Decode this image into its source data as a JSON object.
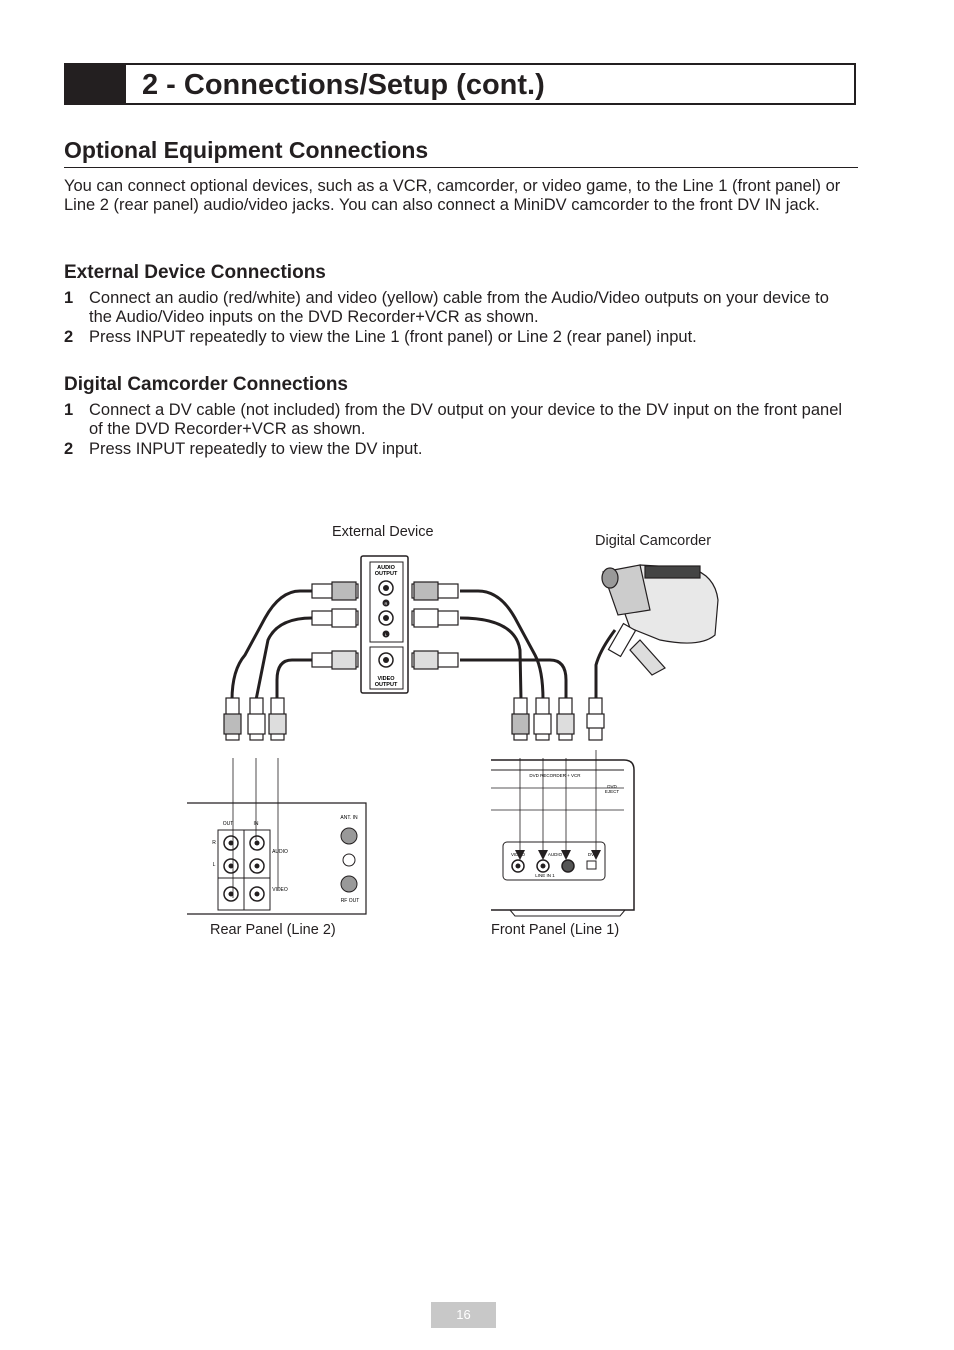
{
  "header": {
    "title": "2 - Connections/Setup (cont.)"
  },
  "section": {
    "title": "Optional Equipment Connections",
    "intro": "You can connect optional devices, such as a VCR, camcorder, or video game, to the Line 1 (front panel) or Line 2 (rear panel) audio/video jacks. You can also connect a MiniDV camcorder to the front DV IN jack."
  },
  "external": {
    "title": "External Device Connections",
    "steps": [
      {
        "num": "1",
        "text": "Connect an audio (red/white) and video (yellow) cable from the Audio/Video outputs on your device to the Audio/Video inputs on the DVD Recorder+VCR as shown."
      },
      {
        "num": "2",
        "text": "Press INPUT repeatedly to view the Line 1 (front panel) or Line 2 (rear panel) input."
      }
    ]
  },
  "camcorder": {
    "title": "Digital Camcorder Connections",
    "steps": [
      {
        "num": "1",
        "text": "Connect a DV cable (not included) from the DV output on your device to the DV input on the front panel of the DVD Recorder+VCR as shown."
      },
      {
        "num": "2",
        "text": "Press INPUT repeatedly to view the DV input."
      }
    ]
  },
  "diagram": {
    "external_device": "External Device",
    "digital_camcorder": "Digital Camcorder",
    "rear_panel": "Rear Panel (Line 2)",
    "front_panel": "Front Panel (Line 1)",
    "jack_labels": {
      "audio_output": [
        "AUDIO",
        "OUTPUT"
      ],
      "video_output": [
        "VIDEO",
        "OUTPUT"
      ],
      "r": "R",
      "l": "L",
      "rear_out": "OUT",
      "rear_in": "IN",
      "rear_audio": "AUDIO",
      "rear_video": "VIDEO",
      "rear_r": "R",
      "rear_l": "L",
      "ant_in": "ANT. IN",
      "rf_out": "RF OUT",
      "front_model": "DVD RECORDER + VCR",
      "dvd_eject": [
        "DVD",
        "EJECT"
      ],
      "front_video": "VIDEO",
      "front_audio": "AUDIO",
      "front_dv": "DV",
      "line_in": "LINE IN 1"
    }
  },
  "footer": {
    "page_number": "16"
  }
}
